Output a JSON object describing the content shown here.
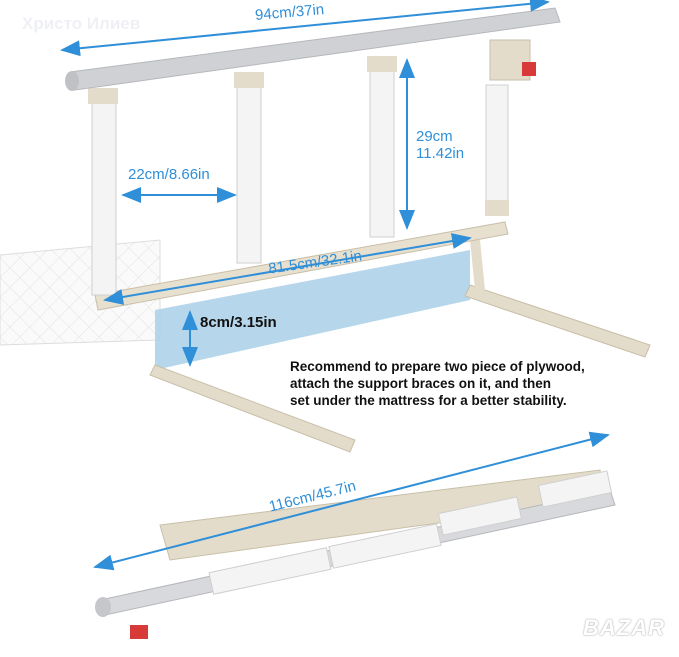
{
  "watermark": "Христо Илиев",
  "logo": "BAZAR",
  "dimensions": {
    "top_length": "94cm/37in",
    "height_cm": "29cm",
    "height_in": "11.42in",
    "post_spacing": "22cm/8.66in",
    "bottom_length": "81.5cm/32.1in",
    "mattress_gap": "8cm/3.15in",
    "folded_length": "116cm/45.7in"
  },
  "note": {
    "line1": "Recommend to prepare two piece of plywood,",
    "line2": "attach the support braces on it, and then",
    "line3": "set under the mattress for a better stability."
  },
  "colors": {
    "accent": "#2f8fd8",
    "frame": "#e4dccb",
    "rail": "#c9cbcf",
    "panel": "#a9cfe8"
  }
}
